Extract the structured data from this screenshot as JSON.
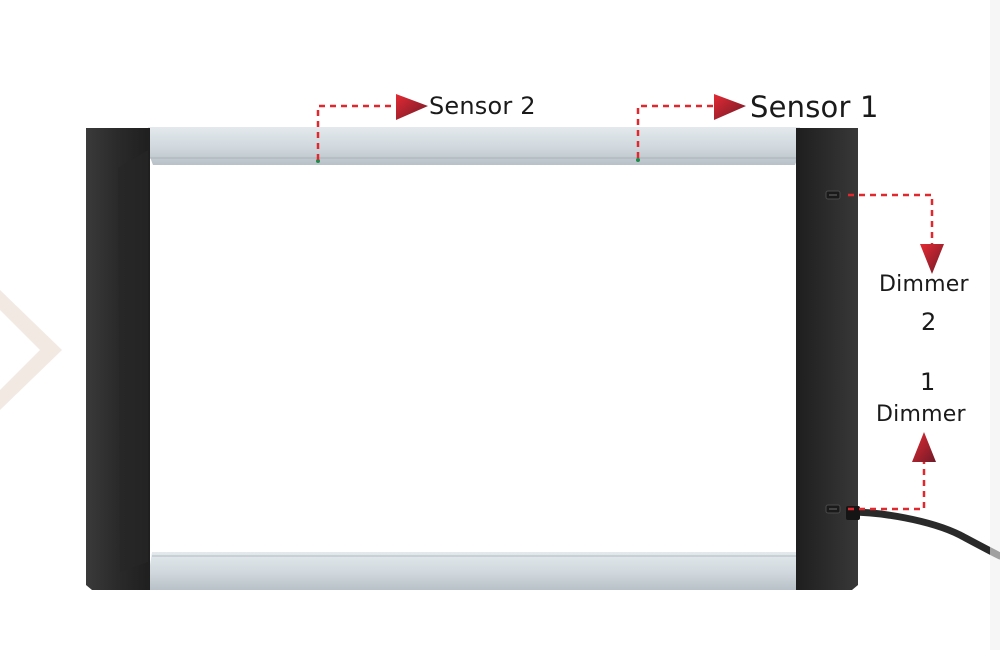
{
  "image": {
    "subject": "LED light panel frame",
    "callouts": {
      "sensor_2": "Sensor 2",
      "sensor_1": "Sensor 1",
      "dimmer_2_word": "Dimmer",
      "dimmer_2_number": "2",
      "dimmer_1_number": "1",
      "dimmer_1_word": "Dimmer"
    },
    "colors": {
      "frame_side": "#2c2c2c",
      "frame_rail": "#d3dbe0",
      "panel_surface": "#ffffff",
      "callout_line": "#e0282e",
      "arrow_dark": "#7a1d2a",
      "watermark": "#f1e8e1",
      "cable": "#2a2a2a"
    },
    "icons": [
      "dashed-callout-arrow",
      "sensor-dot",
      "dimmer-knob"
    ]
  }
}
